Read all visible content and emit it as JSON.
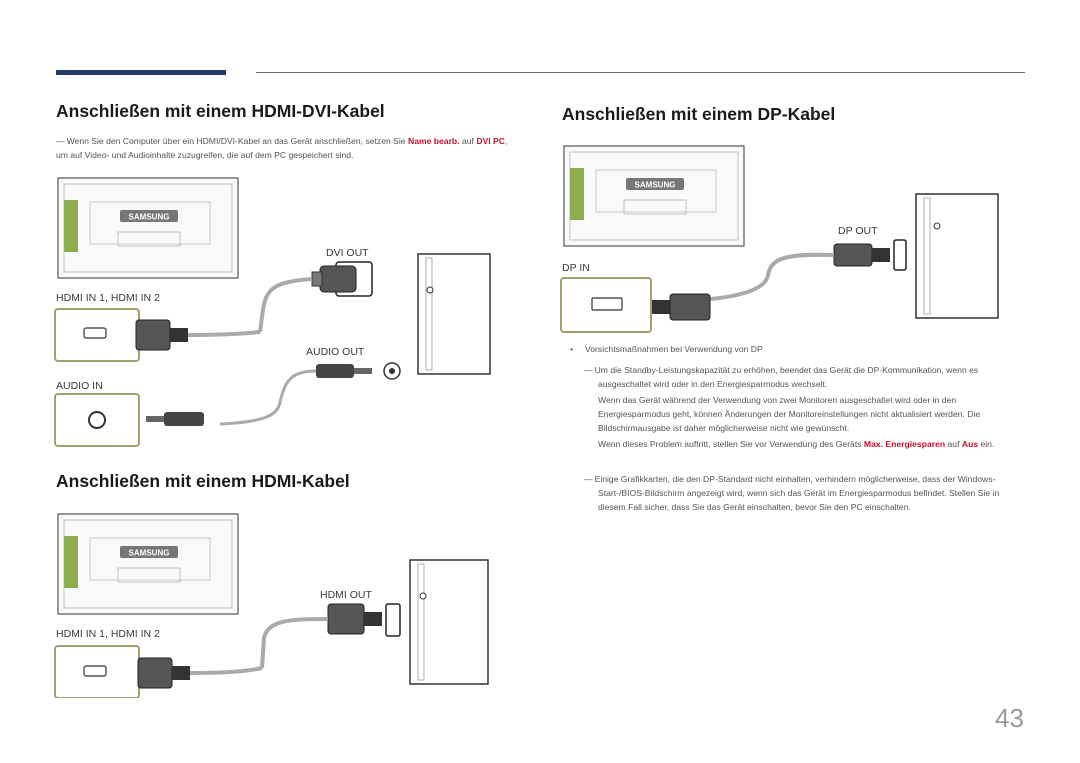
{
  "page": {
    "number": "43"
  },
  "sections": {
    "hdmi_dvi": {
      "title": "Anschließen mit einem HDMI-DVI-Kabel",
      "note": {
        "text_before": "Wenn Sie den Computer über ein HDMI/DVI-Kabel an das Gerät anschließen, setzen Sie ",
        "highlight1": "Name bearb.",
        "text_mid": " auf ",
        "highlight2": "DVI PC",
        "text_after": ", um auf Video- und Audioinhalte zuzugreifen, die auf dem PC gespeichert sind."
      },
      "labels": {
        "dvi_out": "DVI OUT",
        "hdmi_in": "HDMI IN 1, HDMI IN 2",
        "audio_out": "AUDIO OUT",
        "audio_in": "AUDIO IN"
      }
    },
    "hdmi": {
      "title": "Anschließen mit einem HDMI-Kabel",
      "labels": {
        "hdmi_out": "HDMI OUT",
        "hdmi_in": "HDMI IN 1, HDMI IN 2"
      }
    },
    "dp": {
      "title": "Anschließen mit einem DP-Kabel",
      "labels": {
        "dp_out": "DP OUT",
        "dp_in": "DP IN"
      },
      "bullet": "Vorsichtsmaßnahmen bei Verwendung von DP",
      "notes": [
        {
          "p1": "Um die Standby-Leistungskapazität zu erhöhen, beendet das Gerät die DP-Kommunikation, wenn es ausgeschaltet wird oder in den Energiesparmodus wechselt.",
          "p2": "Wenn das Gerät während der Verwendung von zwei Monitoren ausgeschaltet wird oder in den Energiesparmodus geht, können Änderungen der Monitoreinstellungen nicht aktualisiert werden. Die Bildschirmausgabe ist daher möglicherweise nicht wie gewünscht.",
          "p3_before": "Wenn dieses Problem auftritt, stellen Sie vor Verwendung des Geräts ",
          "p3_highlight1": "Max. Energiesparen",
          "p3_mid": " auf ",
          "p3_highlight2": "Aus",
          "p3_after": " ein."
        },
        {
          "p1": "Einige Grafikkarten, die den DP-Standard nicht einhalten, verhindern möglicherweise, dass der Windows-Start-/BIOS-Bildschirm angezeigt wird, wenn sich das Gerät im Energiesparmodus befindet. Stellen Sie in diesem Fall sicher, dass Sie das Gerät einschalten, bevor Sie den PC einschalten."
        }
      ]
    }
  },
  "device": {
    "brand": "SAMSUNG"
  },
  "colors": {
    "accent_bar": "#243a64",
    "highlight": "#c8102e",
    "port_box": "#9aa56e",
    "green_strip": "#8cae4e"
  },
  "icons": [
    "monitor-back",
    "pc-tower",
    "dvi-connector",
    "hdmi-connector",
    "audio-jack",
    "dp-connector"
  ]
}
